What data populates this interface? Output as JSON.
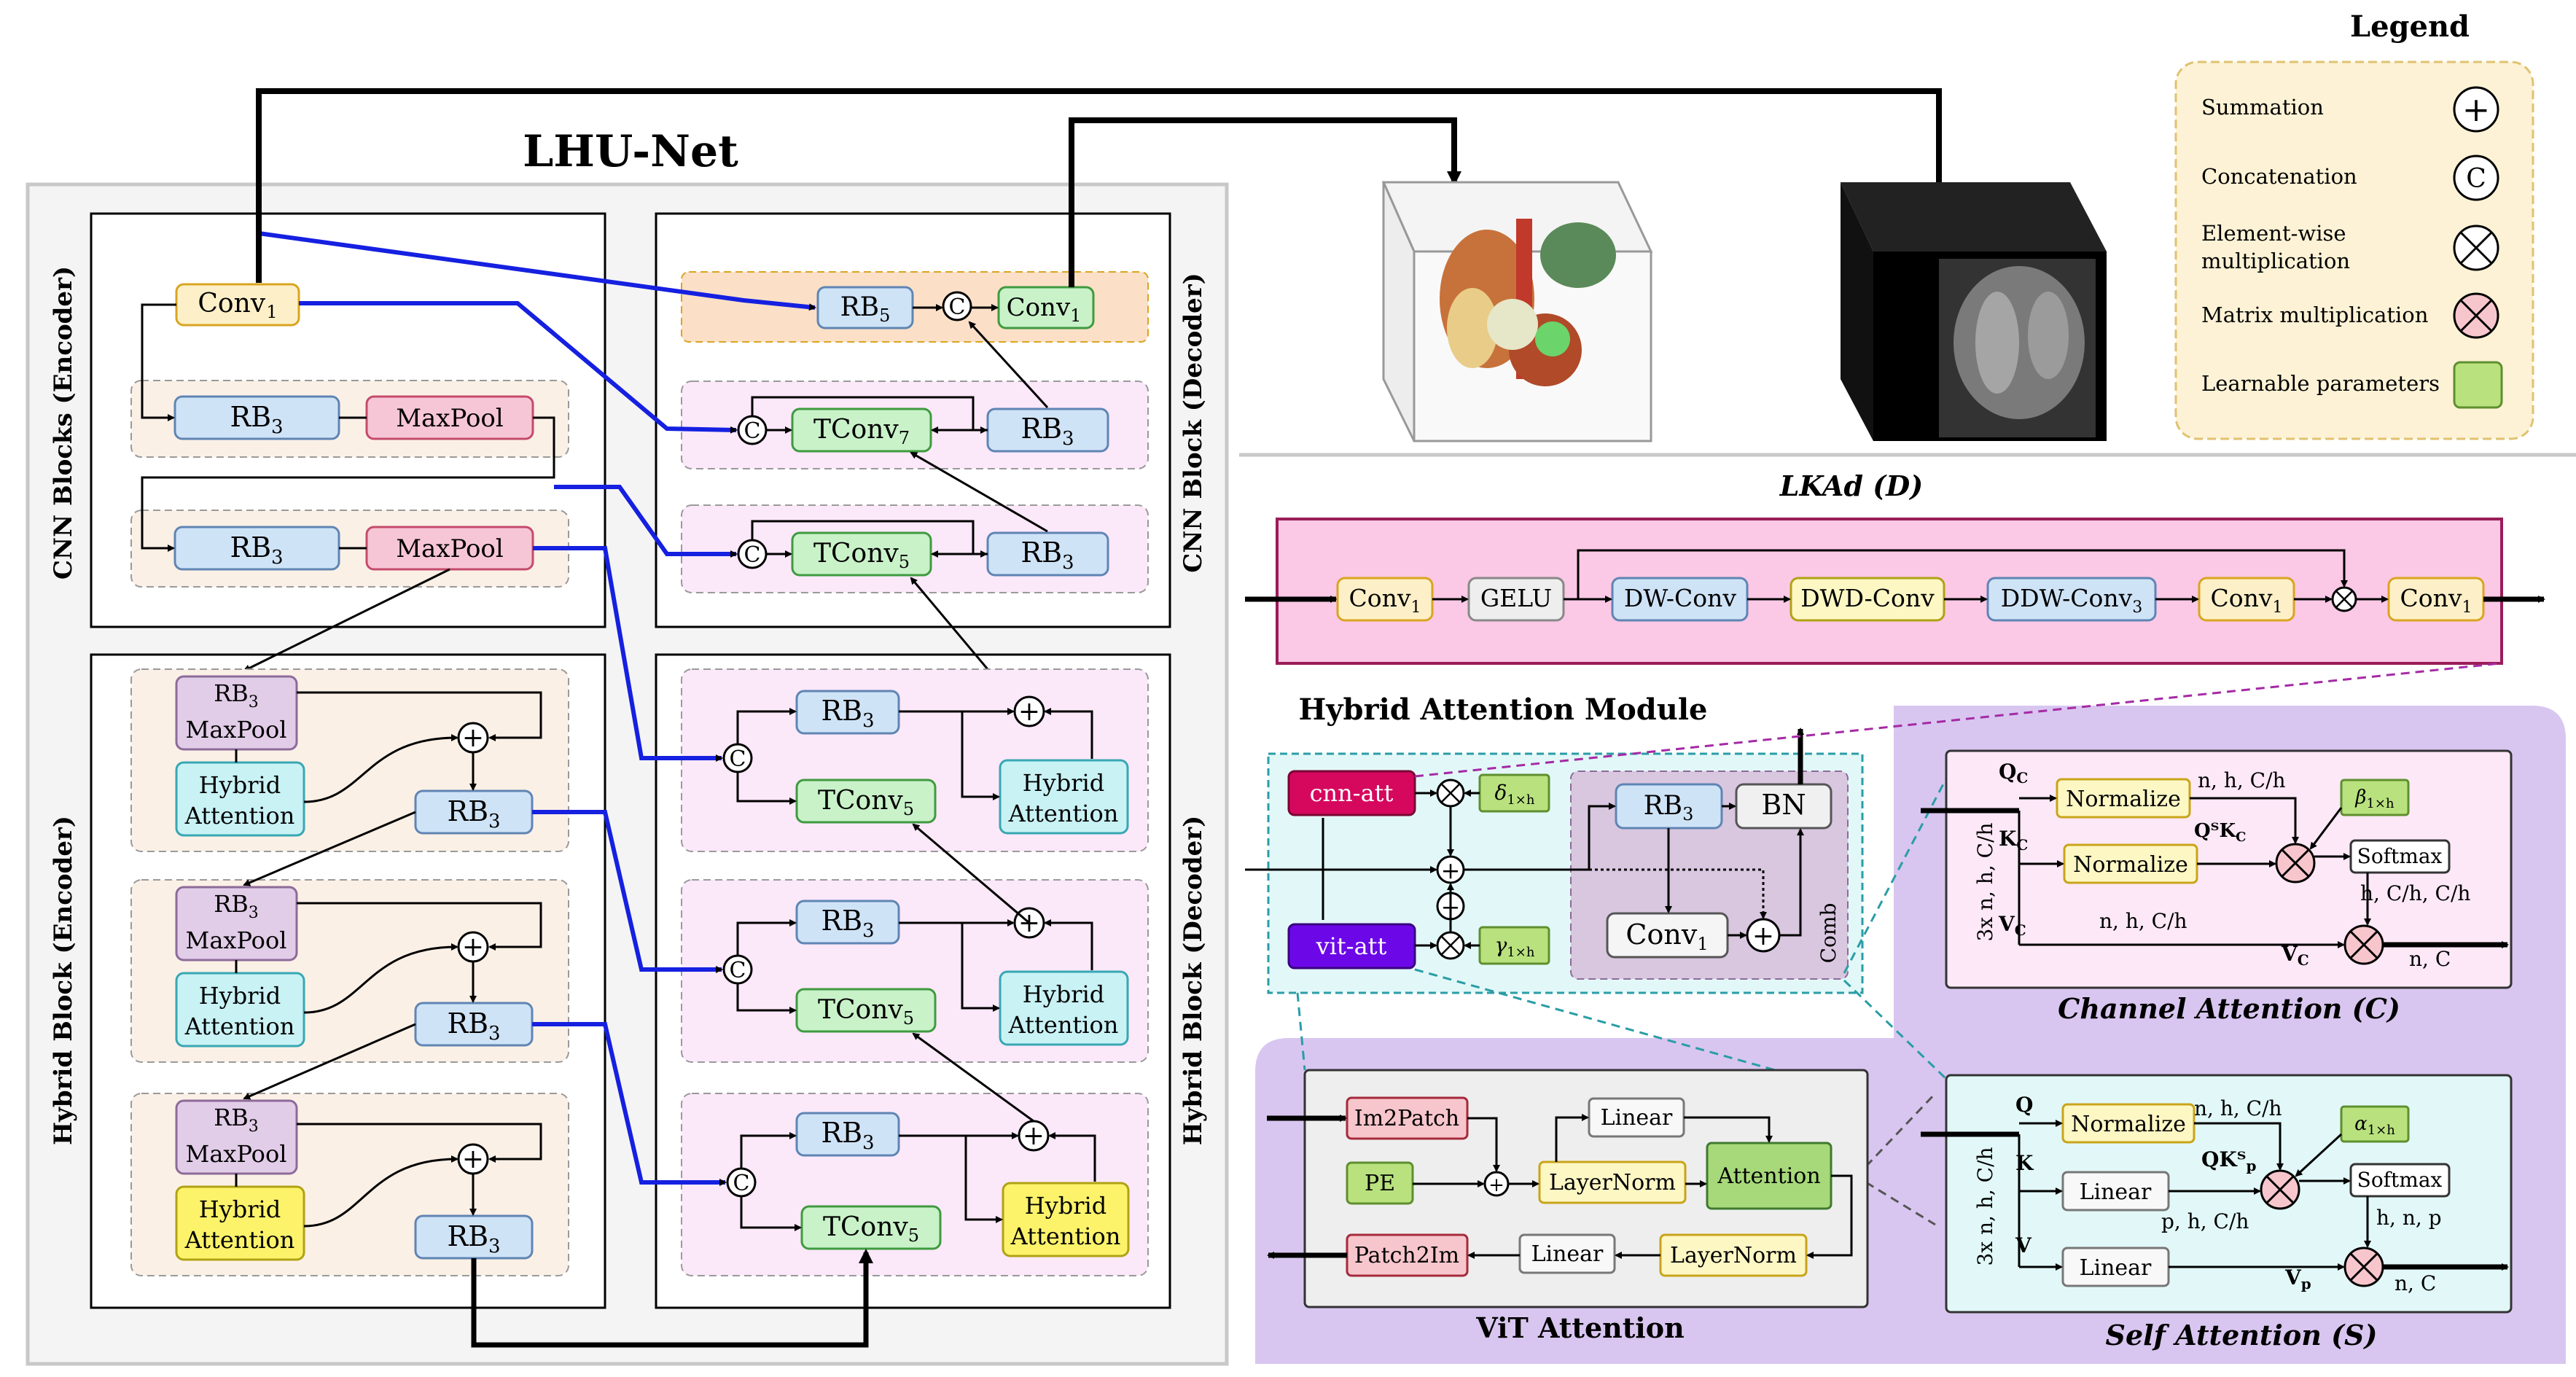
{
  "title": "LHU-Net",
  "legend": {
    "title": "Legend",
    "items": [
      {
        "label": "Summation",
        "symbol": "+"
      },
      {
        "label": "Concatenation",
        "symbol": "C"
      },
      {
        "label_line1": "Element-wise",
        "label_line2": "multiplication",
        "symbol": "×"
      },
      {
        "label": "Matrix multiplication",
        "symbol": "×"
      },
      {
        "label": "Learnable parameters",
        "symbol": ""
      }
    ]
  },
  "colors": {
    "conv": "#fdf0c8",
    "conv_border": "#d9a520",
    "rb": "#cfe3f7",
    "rb_border": "#5f85b3",
    "maxpool": "#f7c6d6",
    "maxpool_border": "#c44b6b",
    "rbmax": "#e2cde8",
    "rbmax_border": "#8c6b99",
    "hybrid": "#c9f2f5",
    "hybrid_border": "#37a7b3",
    "hybrid_yellow": "#fdf36b",
    "hybrid_yellow_border": "#b0a213",
    "tconv": "#c9f2c9",
    "tconv_border": "#3f9a3f",
    "skip": "#1520e0",
    "lkad": "#fbc8e6",
    "lkad_border": "#9a1d58",
    "purple": "#d8c6f0",
    "legend_bg": "#fdf2d5",
    "legend_border": "#e0c270"
  },
  "encoder": {
    "cnn_label": "CNN Blocks (Encoder)",
    "hybrid_label": "Hybrid Block (Encoder)",
    "conv1": "Conv",
    "rb3": "RB",
    "rb3_sub": "3",
    "maxpool": "MaxPool",
    "hybrid_attention_line1": "Hybrid",
    "hybrid_attention_line2": "Attention"
  },
  "decoder": {
    "cnn_label": "CNN Block (Decoder)",
    "hybrid_label": "Hybrid Block (Decoder)",
    "rb5": "RB",
    "rb5_sub": "5",
    "conv1": "Conv",
    "tconv7": "TConv",
    "tconv7_sub": "7",
    "tconv5": "TConv",
    "tconv5_sub": "5"
  },
  "lkad": {
    "title": "LKAd (D)",
    "blocks": [
      "Conv",
      "GELU",
      "DW-Conv",
      "DWD-Conv",
      "DDW-Conv",
      "Conv",
      "Conv"
    ],
    "subs": [
      "1",
      "",
      "",
      "",
      "3",
      "1",
      "1"
    ]
  },
  "ham": {
    "title": "Hybrid Attention Module",
    "cnn_att": "cnn-att",
    "vit_att": "vit-att",
    "delta": "δ",
    "gamma": "γ",
    "sub": "1×h",
    "rb3": "RB",
    "bn": "BN",
    "conv1": "Conv",
    "comb": "Comb"
  },
  "vit": {
    "title": "ViT Attention",
    "im2patch": "Im2Patch",
    "pe": "PE",
    "linear": "Linear",
    "layernorm": "LayerNorm",
    "attention": "Attention",
    "patch2im": "Patch2Im"
  },
  "channel_attention": {
    "title": "Channel Attention (C)",
    "normalize": "Normalize",
    "softmax": "Softmax",
    "beta": "β",
    "side_label": "3x n, h, C/h",
    "q": "Q",
    "k": "K",
    "v": "V",
    "sub": "C",
    "qk": "QᵀK",
    "nhc": "n, h, C/h",
    "hchc": "h, C/h, C/h",
    "nc": "n, C"
  },
  "self_attention": {
    "title": "Self Attention (S)",
    "normalize": "Normalize",
    "linear": "Linear",
    "softmax": "Softmax",
    "alpha": "α",
    "side_label": "3x n, h, C/h",
    "q": "Q",
    "k": "K",
    "v": "V",
    "qk": "QKᵀ",
    "qk_sub": "p",
    "nhc": "n, h, C/h",
    "phc": "p, h, C/h",
    "hnp": "h, n, p",
    "vp": "V",
    "vp_sub": "p",
    "nc": "n, C"
  }
}
